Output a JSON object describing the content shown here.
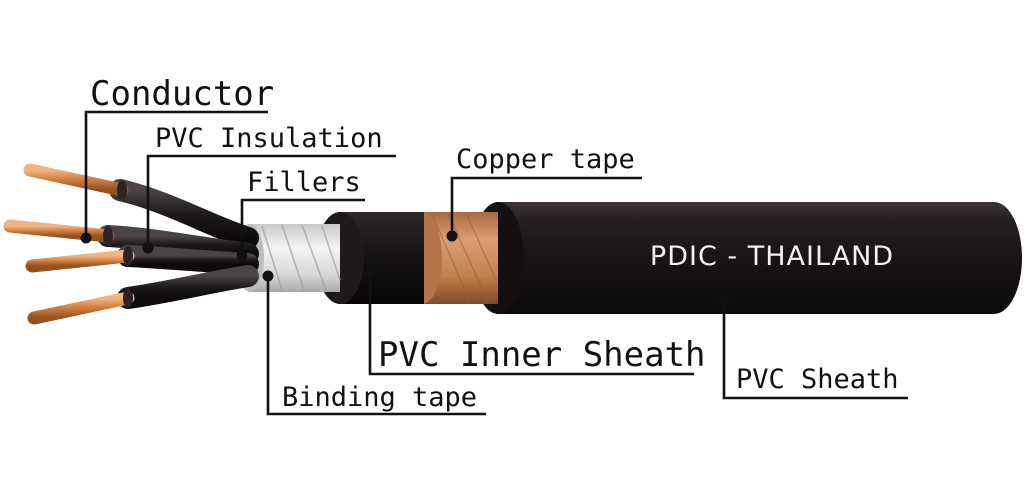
{
  "cable": {
    "print": "PDIC - THAILAND",
    "colors": {
      "sheath": "#1b1719",
      "copper_tape": "#c8895a",
      "binding_tape": "#e6e6e6",
      "conductor": "#d68a4a",
      "background": "#ffffff"
    }
  },
  "labels": {
    "conductor": "Conductor",
    "pvc_insulation": "PVC Insulation",
    "fillers": "Fillers",
    "copper_tape": "Copper tape",
    "pvc_inner_sheath": "PVC Inner Sheath",
    "binding_tape": "Binding tape",
    "pvc_sheath": "PVC Sheath"
  }
}
